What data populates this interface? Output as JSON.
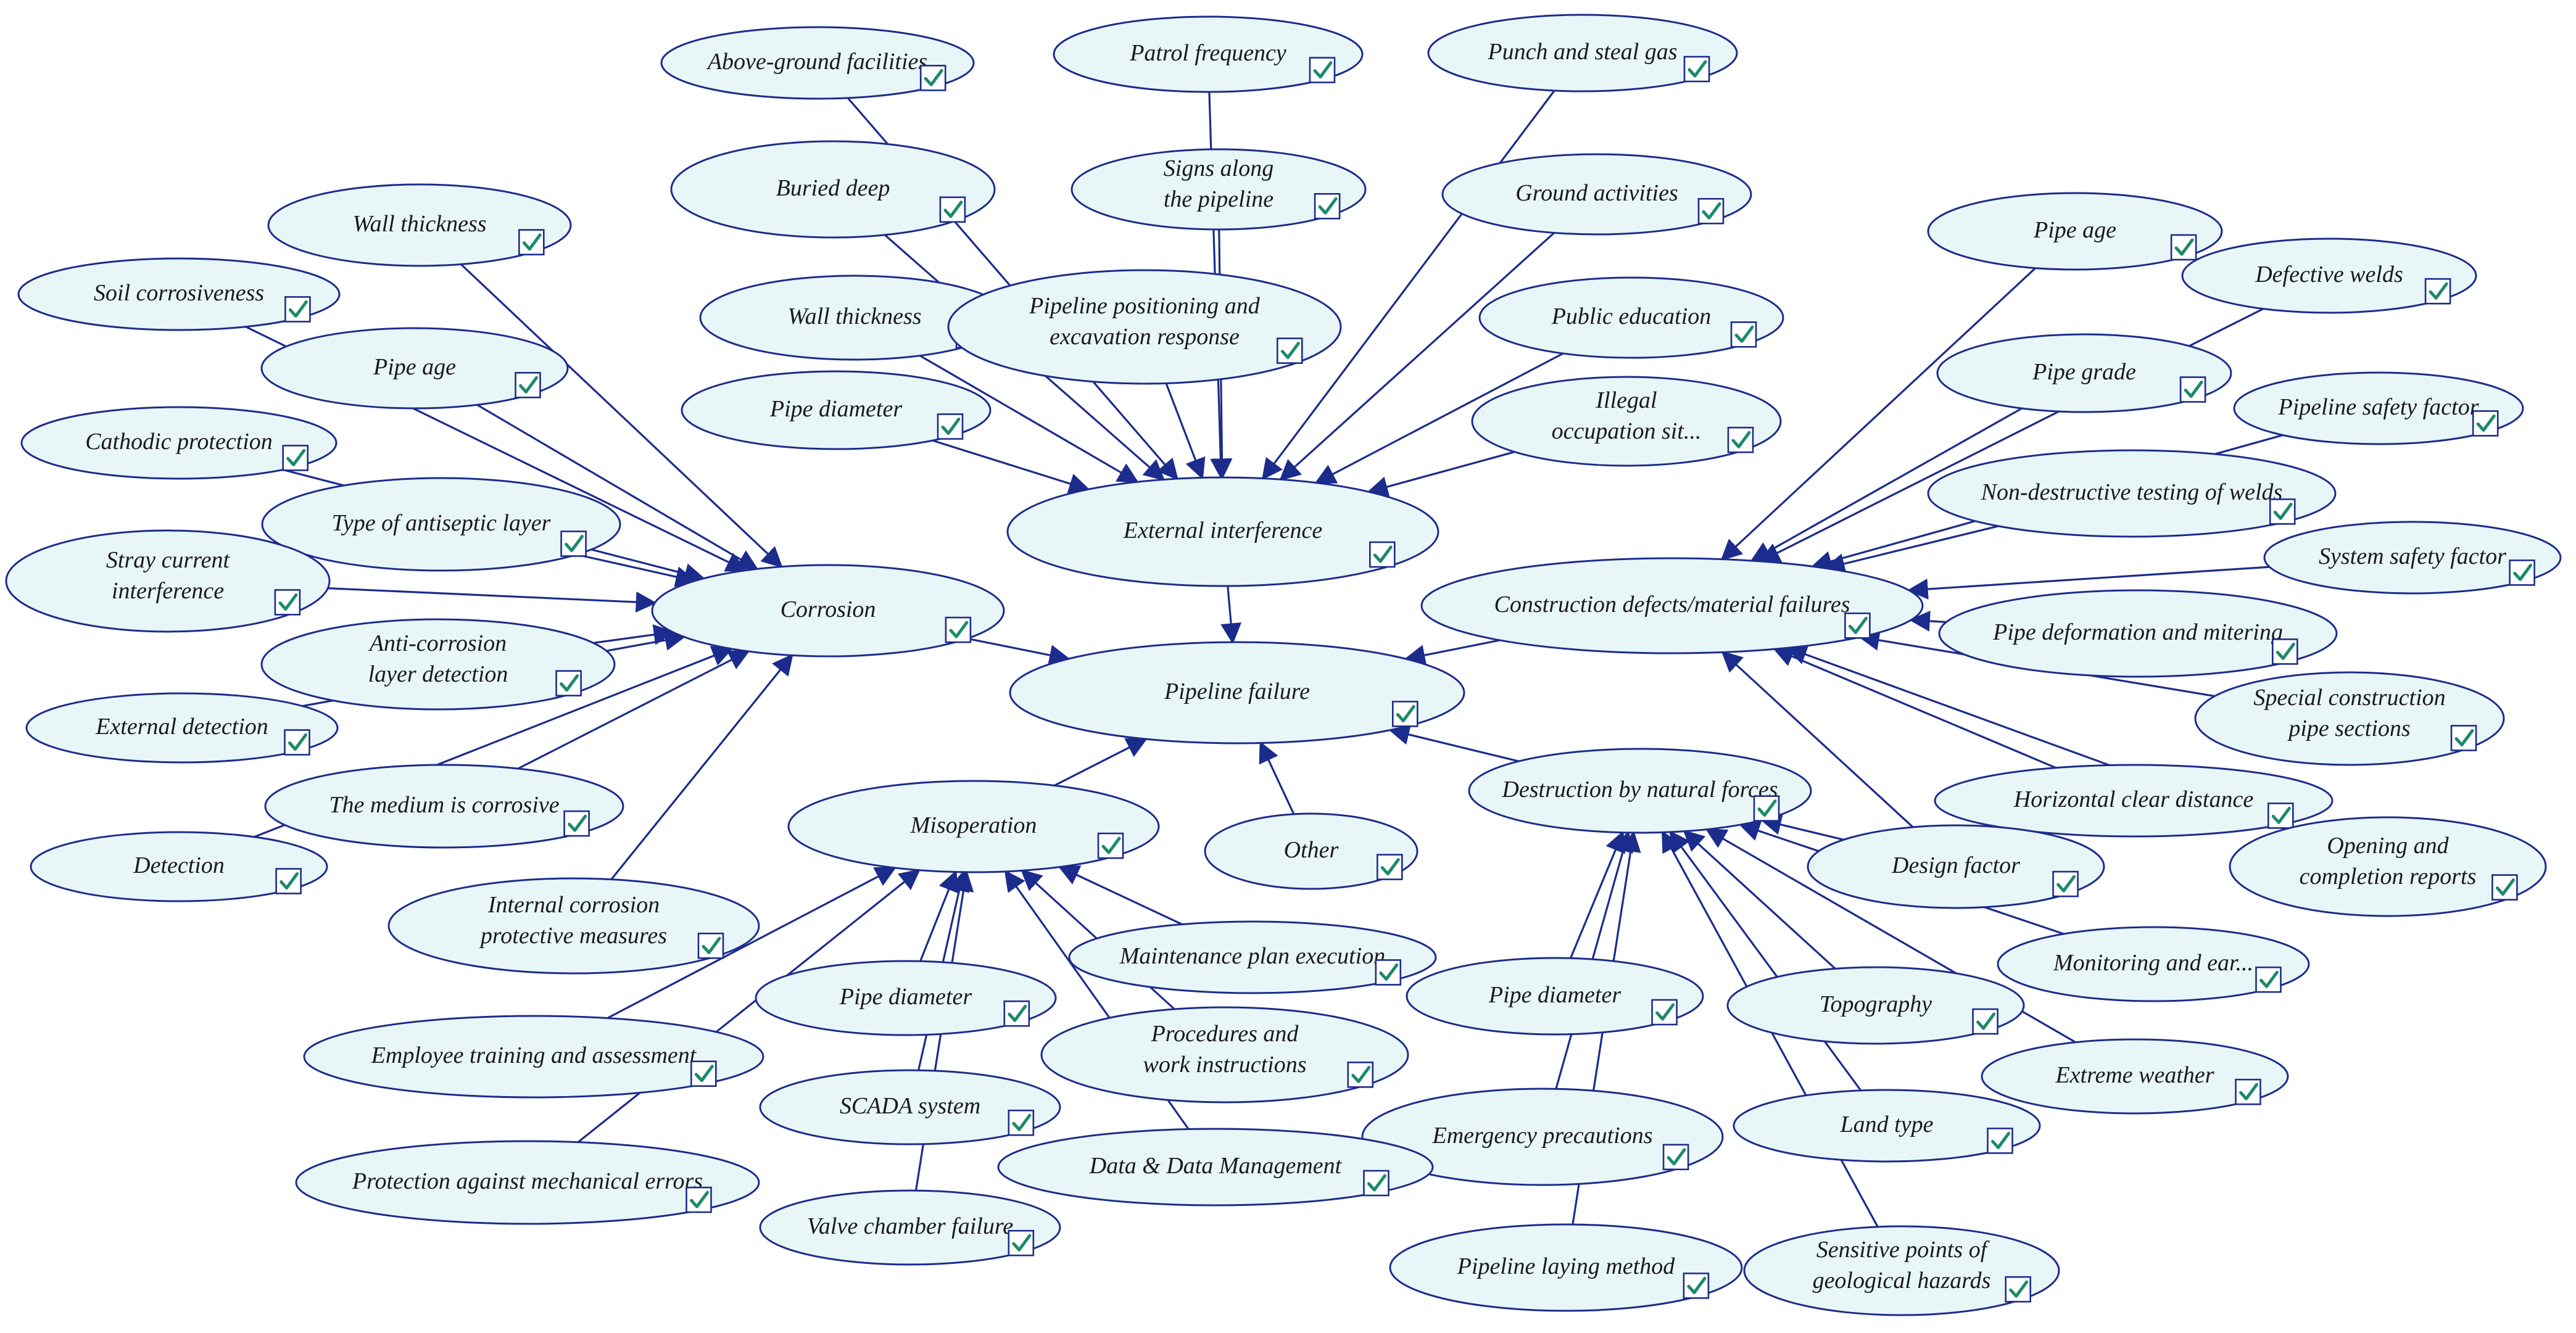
{
  "diagram": {
    "colors": {
      "node_fill": "#e8f6f8",
      "node_stroke": "#1c2c8c",
      "edge": "#1c2c8c",
      "check": "#1a8a6a",
      "background": "#ffffff"
    },
    "node_icon": "checkbox-checked-icon",
    "nodes": [
      {
        "id": "pipeline-failure",
        "label": "Pipeline failure"
      },
      {
        "id": "corrosion",
        "label": "Corrosion"
      },
      {
        "id": "external-interference",
        "label": "External interference"
      },
      {
        "id": "construction-defects",
        "label": "Construction defects/material failures"
      },
      {
        "id": "misoperation",
        "label": "Misoperation"
      },
      {
        "id": "destruction-natural",
        "label": "Destruction by natural forces"
      },
      {
        "id": "other",
        "label": "Other"
      },
      {
        "id": "c-wall-thickness",
        "label": "Wall thickness"
      },
      {
        "id": "c-soil",
        "label": "Soil corrosiveness"
      },
      {
        "id": "c-pipe-age",
        "label": "Pipe age"
      },
      {
        "id": "c-cathodic",
        "label": "Cathodic protection"
      },
      {
        "id": "c-antiseptic",
        "label": "Type of antiseptic layer"
      },
      {
        "id": "c-stray",
        "label": "Stray current interference"
      },
      {
        "id": "c-anticorrosion",
        "label": "Anti-corrosion layer detection"
      },
      {
        "id": "c-external-detection",
        "label": "External detection"
      },
      {
        "id": "c-medium",
        "label": "The medium is corrosive"
      },
      {
        "id": "c-detection",
        "label": "Detection"
      },
      {
        "id": "c-internal",
        "label": "Internal corrosion protective measures"
      },
      {
        "id": "e-above-ground",
        "label": "Above-ground facilities"
      },
      {
        "id": "e-patrol",
        "label": "Patrol frequency"
      },
      {
        "id": "e-punch",
        "label": "Punch and steal gas"
      },
      {
        "id": "e-buried",
        "label": "Buried deep"
      },
      {
        "id": "e-signs",
        "label": "Signs along the pipeline"
      },
      {
        "id": "e-ground",
        "label": "Ground activities"
      },
      {
        "id": "e-wall-thickness",
        "label": "Wall thickness"
      },
      {
        "id": "e-positioning",
        "label": "Pipeline positioning and excavation response"
      },
      {
        "id": "e-public",
        "label": "Public education"
      },
      {
        "id": "e-pipe-diameter",
        "label": "Pipe diameter"
      },
      {
        "id": "e-illegal",
        "label": "Illegal occupation sit..."
      },
      {
        "id": "d-pipe-age",
        "label": "Pipe age"
      },
      {
        "id": "d-welds",
        "label": "Defective welds"
      },
      {
        "id": "d-grade",
        "label": "Pipe grade"
      },
      {
        "id": "d-safety",
        "label": "Pipeline safety factor"
      },
      {
        "id": "d-ndt",
        "label": "Non-destructive testing of welds"
      },
      {
        "id": "d-system-safety",
        "label": "System safety factor"
      },
      {
        "id": "d-deformation",
        "label": "Pipe deformation and mitering"
      },
      {
        "id": "d-special",
        "label": "Special construction pipe sections"
      },
      {
        "id": "d-horizontal",
        "label": "Horizontal clear distance"
      },
      {
        "id": "d-design",
        "label": "Design factor"
      },
      {
        "id": "d-opening",
        "label": "Opening and completion reports"
      },
      {
        "id": "n-monitoring",
        "label": "Monitoring and ear..."
      },
      {
        "id": "n-pipe-diameter",
        "label": "Pipe diameter"
      },
      {
        "id": "n-topography",
        "label": "Topography"
      },
      {
        "id": "n-extreme",
        "label": "Extreme weather"
      },
      {
        "id": "n-land",
        "label": "Land type"
      },
      {
        "id": "n-emergency",
        "label": "Emergency precautions"
      },
      {
        "id": "n-laying",
        "label": "Pipeline laying method"
      },
      {
        "id": "n-sensitive",
        "label": "Sensitive points of geological hazards"
      },
      {
        "id": "m-maintenance",
        "label": "Maintenance plan execution"
      },
      {
        "id": "m-pipe-diameter",
        "label": "Pipe diameter"
      },
      {
        "id": "m-procedures",
        "label": "Procedures and work instructions"
      },
      {
        "id": "m-employee",
        "label": "Employee training and assessment"
      },
      {
        "id": "m-scada",
        "label": "SCADA system"
      },
      {
        "id": "m-data",
        "label": "Data & Data Management"
      },
      {
        "id": "m-protection",
        "label": "Protection against mechanical errors"
      },
      {
        "id": "m-valve",
        "label": "Valve chamber failure"
      }
    ],
    "edges": [
      {
        "from": "corrosion",
        "to": "pipeline-failure"
      },
      {
        "from": "external-interference",
        "to": "pipeline-failure"
      },
      {
        "from": "construction-defects",
        "to": "pipeline-failure"
      },
      {
        "from": "misoperation",
        "to": "pipeline-failure"
      },
      {
        "from": "destruction-natural",
        "to": "pipeline-failure"
      },
      {
        "from": "other",
        "to": "pipeline-failure"
      },
      {
        "from": "c-wall-thickness",
        "to": "corrosion"
      },
      {
        "from": "c-soil",
        "to": "corrosion"
      },
      {
        "from": "c-pipe-age",
        "to": "corrosion"
      },
      {
        "from": "c-cathodic",
        "to": "corrosion"
      },
      {
        "from": "c-antiseptic",
        "to": "corrosion"
      },
      {
        "from": "c-stray",
        "to": "corrosion"
      },
      {
        "from": "c-anticorrosion",
        "to": "corrosion"
      },
      {
        "from": "c-external-detection",
        "to": "corrosion"
      },
      {
        "from": "c-medium",
        "to": "corrosion"
      },
      {
        "from": "c-detection",
        "to": "corrosion"
      },
      {
        "from": "c-internal",
        "to": "corrosion"
      },
      {
        "from": "e-above-ground",
        "to": "external-interference"
      },
      {
        "from": "e-patrol",
        "to": "external-interference"
      },
      {
        "from": "e-punch",
        "to": "external-interference"
      },
      {
        "from": "e-buried",
        "to": "external-interference"
      },
      {
        "from": "e-signs",
        "to": "external-interference"
      },
      {
        "from": "e-ground",
        "to": "external-interference"
      },
      {
        "from": "e-wall-thickness",
        "to": "external-interference"
      },
      {
        "from": "e-positioning",
        "to": "external-interference"
      },
      {
        "from": "e-public",
        "to": "external-interference"
      },
      {
        "from": "e-pipe-diameter",
        "to": "external-interference"
      },
      {
        "from": "e-illegal",
        "to": "external-interference"
      },
      {
        "from": "d-pipe-age",
        "to": "construction-defects"
      },
      {
        "from": "d-welds",
        "to": "construction-defects"
      },
      {
        "from": "d-grade",
        "to": "construction-defects"
      },
      {
        "from": "d-safety",
        "to": "construction-defects"
      },
      {
        "from": "d-ndt",
        "to": "construction-defects"
      },
      {
        "from": "d-system-safety",
        "to": "construction-defects"
      },
      {
        "from": "d-deformation",
        "to": "construction-defects"
      },
      {
        "from": "d-special",
        "to": "construction-defects"
      },
      {
        "from": "d-horizontal",
        "to": "construction-defects"
      },
      {
        "from": "d-design",
        "to": "construction-defects"
      },
      {
        "from": "d-opening",
        "to": "construction-defects"
      },
      {
        "from": "n-monitoring",
        "to": "destruction-natural"
      },
      {
        "from": "n-pipe-diameter",
        "to": "destruction-natural"
      },
      {
        "from": "n-topography",
        "to": "destruction-natural"
      },
      {
        "from": "n-extreme",
        "to": "destruction-natural"
      },
      {
        "from": "n-land",
        "to": "destruction-natural"
      },
      {
        "from": "n-emergency",
        "to": "destruction-natural"
      },
      {
        "from": "n-laying",
        "to": "destruction-natural"
      },
      {
        "from": "n-sensitive",
        "to": "destruction-natural"
      },
      {
        "from": "d-design",
        "to": "destruction-natural"
      },
      {
        "from": "m-maintenance",
        "to": "misoperation"
      },
      {
        "from": "m-pipe-diameter",
        "to": "misoperation"
      },
      {
        "from": "m-procedures",
        "to": "misoperation"
      },
      {
        "from": "m-employee",
        "to": "misoperation"
      },
      {
        "from": "m-scada",
        "to": "misoperation"
      },
      {
        "from": "m-data",
        "to": "misoperation"
      },
      {
        "from": "m-protection",
        "to": "misoperation"
      },
      {
        "from": "m-valve",
        "to": "misoperation"
      }
    ]
  }
}
